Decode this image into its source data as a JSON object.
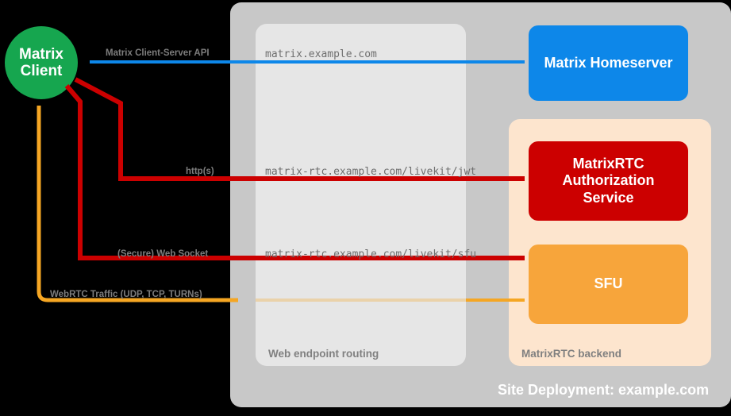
{
  "diagram": {
    "title": "Site Deployment: example.com",
    "background": "#000000",
    "nodes": {
      "client": {
        "label": "Matrix\nClient",
        "line1": "Matrix",
        "line2": "Client",
        "color": "#16a64f",
        "shape": "circle"
      },
      "homeserver": {
        "label": "Matrix Homeserver",
        "color": "#0d87e9"
      },
      "auth_service": {
        "label": "MatrixRTC\nAuthorization\nService",
        "line1": "MatrixRTC",
        "line2": "Authorization",
        "line3": "Service",
        "color": "#cc0000"
      },
      "sfu": {
        "label": "SFU",
        "color": "#f7a53b"
      }
    },
    "containers": {
      "site": {
        "label": "Site Deployment: example.com",
        "color": "#c8c8c8"
      },
      "web_routing": {
        "label": "Web endpoint routing",
        "color": "#e6e6e6"
      },
      "rtc_backend": {
        "label": "MatrixRTC backend",
        "color": "#fde5ce"
      }
    },
    "endpoints": [
      {
        "path": "matrix.example.com"
      },
      {
        "path": "matrix-rtc.example.com/livekit/jwt"
      },
      {
        "path": "matrix-rtc.example.com/livekit/sfu"
      }
    ],
    "connections": [
      {
        "label": "Matrix Client-Server API",
        "color": "#0d87e9",
        "direction": "to-client"
      },
      {
        "label": "http(s)",
        "color": "#dd0000",
        "direction": "to-client"
      },
      {
        "label": "(Secure) Web Socket",
        "color": "#dd0000",
        "direction": "to-client"
      },
      {
        "label": "WebRTC Traffic (UDP, TCP, TURNs)",
        "color": "#f5a623",
        "direction": "bidirectional"
      }
    ],
    "colors": {
      "blue": "#0d87e9",
      "red": "#cc0000",
      "orange": "#f7a53b",
      "green": "#16a64f",
      "label_gray": "#7d7d7d",
      "endpoint_gray": "#6e6e6e",
      "site_gray": "#c8c8c8",
      "web_gray": "#e6e6e6",
      "rtc_peach": "#fde5ce"
    }
  }
}
